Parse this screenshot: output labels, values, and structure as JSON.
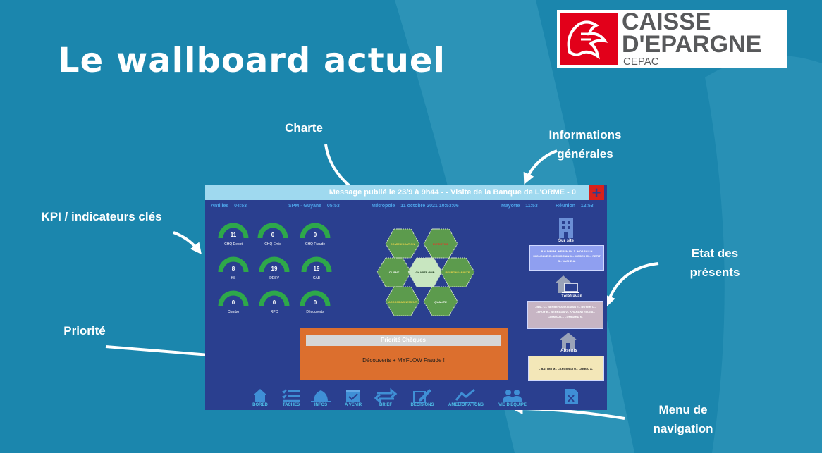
{
  "slide": {
    "title": "Le wallboard actuel",
    "logo": {
      "line1": "CAISSE",
      "line2": "D'EPARGNE",
      "line3": "CEPAC"
    }
  },
  "annotations": {
    "charte": "Charte",
    "informations_1": "Informations",
    "informations_2": "générales",
    "kpi": "KPI / indicateurs clés",
    "etat_1": "Etat des",
    "etat_2": "présents",
    "priorite": "Priorité",
    "menu_1": "Menu de",
    "menu_2": "navigation"
  },
  "wallboard": {
    "banner": "Message publié le 23/9 à 9h44 - - Visite de la Banque de L'ORME - 0",
    "plus": "+",
    "clocks": [
      {
        "place": "Antilles",
        "time": "04:53"
      },
      {
        "place": "SPM - Guyane",
        "time": "05:53"
      },
      {
        "place": "Métropole",
        "time": "11 octobre 2021 10:53:06"
      },
      {
        "place": "Mayotte",
        "time": "11:53"
      },
      {
        "place": "Réunion",
        "time": "12:53"
      }
    ],
    "gauges": [
      {
        "value": "11",
        "label": "CHQ Depot"
      },
      {
        "value": "0",
        "label": "CHQ Emis"
      },
      {
        "value": "0",
        "label": "CHQ Fraude"
      },
      {
        "value": "8",
        "label": "KS"
      },
      {
        "value": "19",
        "label": "DESV"
      },
      {
        "value": "19",
        "label": "CAB"
      },
      {
        "value": "0",
        "label": "Combo"
      },
      {
        "value": "0",
        "label": "RPC"
      },
      {
        "value": "0",
        "label": "Découverts"
      }
    ],
    "charte": {
      "center": "CHARTE GMP",
      "top_left": "COMMUNICATION",
      "top_right": "EXPERTISE",
      "left": "CLIENT",
      "right": "RESPONSABILITE",
      "bottom_left": "ACCOMPAGNEMENT",
      "bottom_right": "QUALITE"
    },
    "presence": {
      "site_title": "Sur site",
      "site_names": "- BALDINI M.- HERSMAN J.- HOARAU H.- MIGNOLLE E.- KRIKORIAN M.- MOSES ML.- PETIT S.- VACHE A.",
      "remote_title": "Télétravail",
      "remote_names": "- BAL C.- BERBERIANKISSIAN E.- BOYER C.- LEROY B.- BERRADA V.- KHANANTRIAN A.- CIMMA J.L.- LOMBARD N.",
      "absent_title": "Absents",
      "absent_names": "- BATTINI M.- CARGIOLLI G.- LABBIO A."
    },
    "priority": {
      "title": "Priorité Chèques",
      "text": "Découverts + MYFLOW Fraude !"
    },
    "nav": [
      "BORED",
      "TACHES",
      "INFOS",
      "A VENIR",
      "BRIEF",
      "DECISIONS",
      "AMELIORATIONS",
      "VIE D'EQUIPE",
      ""
    ]
  },
  "colors": {
    "background": "#1b86ad",
    "wallboard": "#2a3f8f",
    "banner": "#9fd9ef",
    "gauge": "#2ea84a",
    "hexagon": "#5c9b4d",
    "priority": "#dc6f2e",
    "nav": "#4fc1e9",
    "brand_red": "#e2001a"
  }
}
